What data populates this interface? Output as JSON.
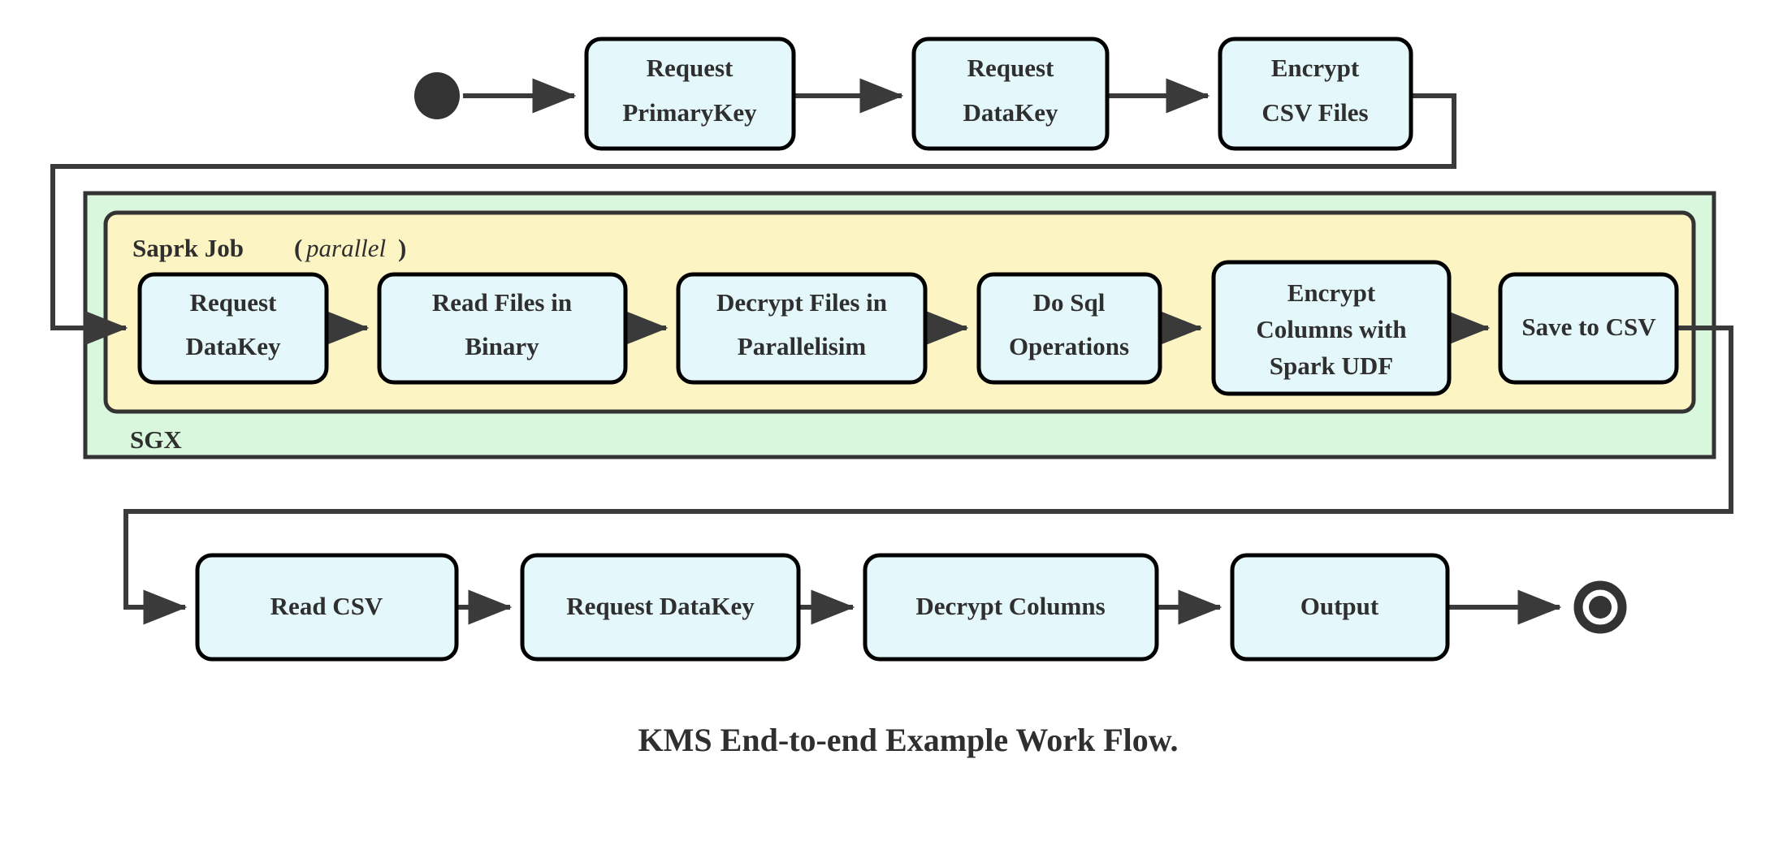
{
  "caption": "KMS End-to-end Example Work Flow.",
  "colors": {
    "node_fill": "#e4f8fb",
    "node_stroke": "#000000",
    "group_sgx_fill": "#d8f7dd",
    "group_spark_fill": "#fdf4c4",
    "group_stroke": "#333333",
    "flow_stroke": "#3a3a3a",
    "text": "#2f2f2f"
  },
  "groups": {
    "sgx": {
      "label": "SGX"
    },
    "spark": {
      "label_bold": "Saprk Job",
      "label_paren_open": "(",
      "label_italic": "parallel",
      "label_paren_close": ")"
    }
  },
  "nodes": {
    "start": {
      "name": "start-node"
    },
    "end": {
      "name": "end-node"
    },
    "row_top": [
      {
        "id": "request-primarykey",
        "lines": [
          "Request",
          "PrimaryKey"
        ]
      },
      {
        "id": "request-datakey-top",
        "lines": [
          "Request",
          "DataKey"
        ]
      },
      {
        "id": "encrypt-csv-files",
        "lines": [
          "Encrypt",
          "CSV Files"
        ]
      }
    ],
    "row_spark": [
      {
        "id": "request-datakey-spark",
        "lines": [
          "Request",
          "DataKey"
        ]
      },
      {
        "id": "read-files-in-binary",
        "lines": [
          "Read Files in",
          "Binary"
        ]
      },
      {
        "id": "decrypt-files-in-parallelisim",
        "lines": [
          "Decrypt Files in",
          "Parallelisim"
        ]
      },
      {
        "id": "do-sql-operations",
        "lines": [
          "Do Sql",
          "Operations"
        ]
      },
      {
        "id": "encrypt-columns-with-spark-udf",
        "lines": [
          "Encrypt",
          "Columns with",
          "Spark UDF"
        ]
      },
      {
        "id": "save-to-csv",
        "lines": [
          "Save to CSV"
        ]
      }
    ],
    "row_bottom": [
      {
        "id": "read-csv",
        "lines": [
          "Read CSV"
        ]
      },
      {
        "id": "request-datakey-bottom",
        "lines": [
          "Request DataKey"
        ]
      },
      {
        "id": "decrypt-columns",
        "lines": [
          "Decrypt Columns"
        ]
      },
      {
        "id": "output",
        "lines": [
          "Output"
        ]
      }
    ]
  }
}
